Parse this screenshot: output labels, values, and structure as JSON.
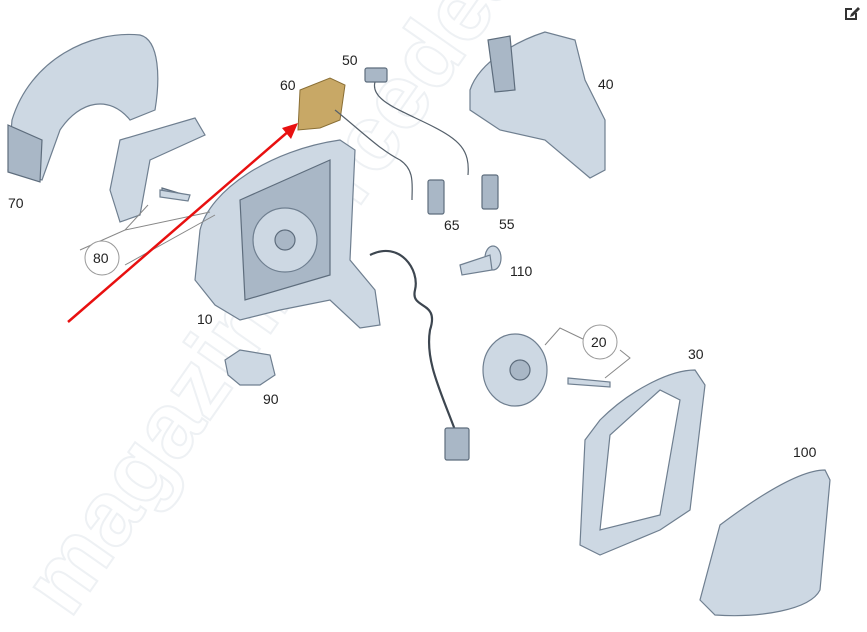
{
  "watermark": "magazinmercedes.ru",
  "toolbar": {
    "edit_icon": "edit-icon"
  },
  "parts": {
    "p10": "10",
    "p20": "20",
    "p30": "30",
    "p40": "40",
    "p50": "50",
    "p55": "55",
    "p60": "60",
    "p65": "65",
    "p70": "70",
    "p80": "80",
    "p90": "90",
    "p100": "100",
    "p110": "110"
  },
  "colors": {
    "part": "#cdd8e3",
    "arrow": "#e81010"
  }
}
